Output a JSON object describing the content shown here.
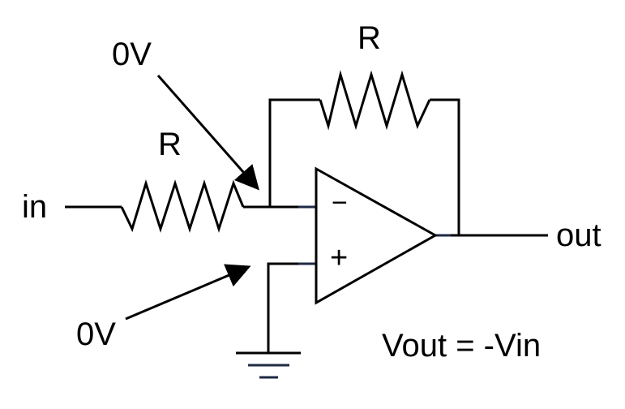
{
  "diagram": {
    "input_label": "in",
    "output_label": "out",
    "input_resistor_label": "R",
    "feedback_resistor_label": "R",
    "annotation_top": "0V",
    "annotation_bottom": "0V",
    "minus_sign": "−",
    "plus_sign": "+",
    "equation": "Vout = -Vin"
  },
  "colors": {
    "line": "#000000",
    "opamp_pin": "#1f2a44",
    "background": "#ffffff"
  }
}
